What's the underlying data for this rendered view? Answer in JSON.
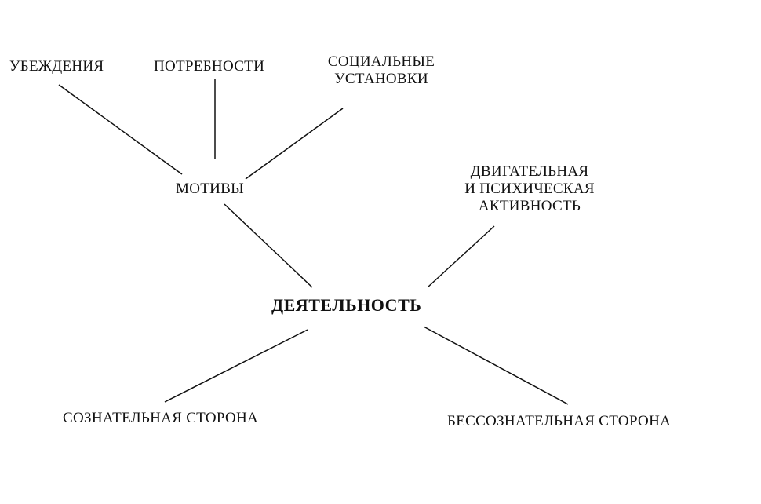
{
  "diagram": {
    "nodes": {
      "beliefs": "УБЕЖДЕНИЯ",
      "needs": "ПОТРЕБНОСТИ",
      "social_attitudes": "СОЦИАЛЬНЫЕ\nУСТАНОВКИ",
      "motives": "МОТИВЫ",
      "motor_mental_activity": "ДВИГАТЕЛЬНАЯ\nИ ПСИХИЧЕСКАЯ\nАКТИВНОСТЬ",
      "activity": "ДЕЯТЕЛЬНОСТЬ",
      "conscious_side": "СОЗНАТЕЛЬНАЯ СТОРОНА",
      "unconscious_side": "БЕССОЗНАТЕЛЬНАЯ СТОРОНА"
    },
    "edges": [
      {
        "from": "beliefs",
        "to": "motives"
      },
      {
        "from": "needs",
        "to": "motives"
      },
      {
        "from": "social_attitudes",
        "to": "motives"
      },
      {
        "from": "motives",
        "to": "activity"
      },
      {
        "from": "motor_mental_activity",
        "to": "activity"
      },
      {
        "from": "activity",
        "to": "conscious_side"
      },
      {
        "from": "activity",
        "to": "unconscious_side"
      }
    ],
    "line_color": "#111111",
    "text_color": "#111111"
  }
}
